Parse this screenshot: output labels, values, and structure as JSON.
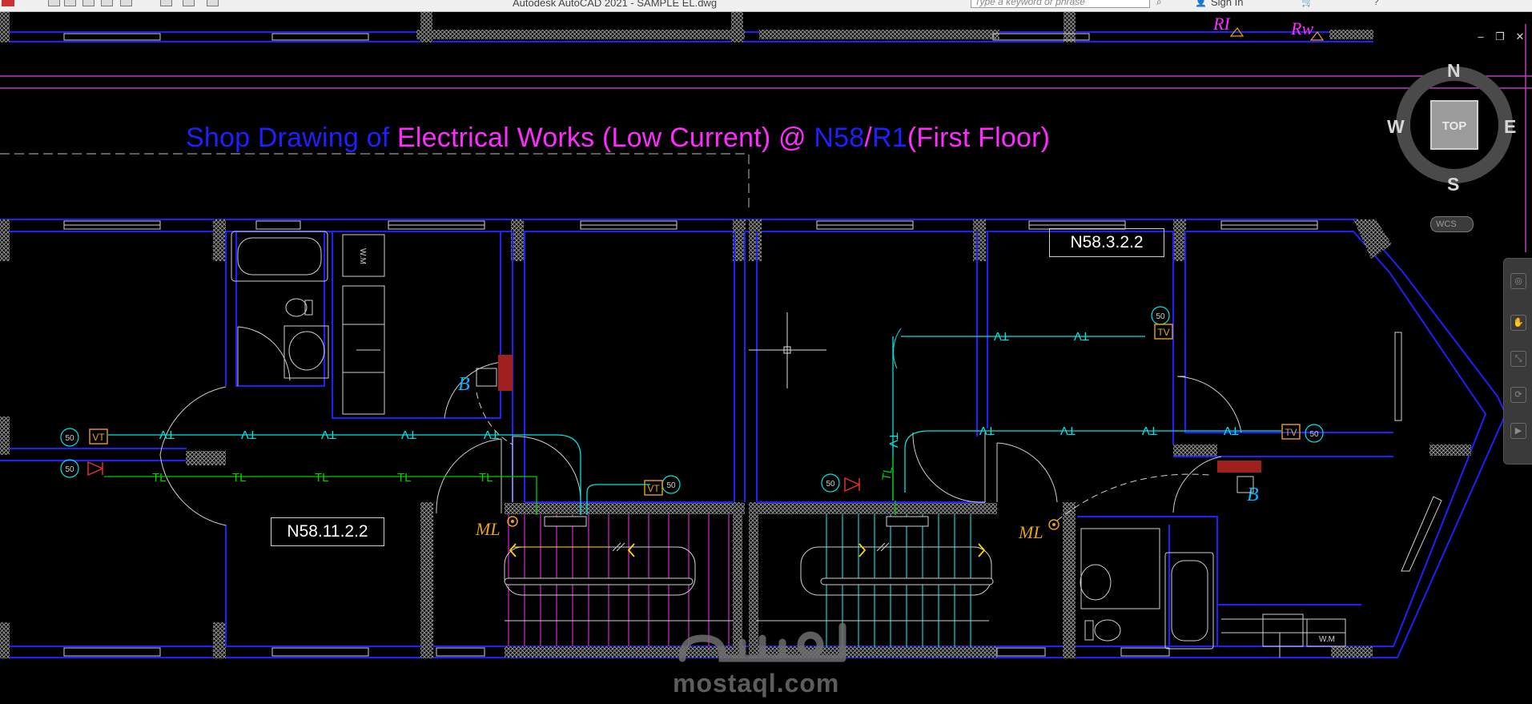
{
  "window": {
    "app_title": "Autodesk AutoCAD 2021 - SAMPLE EL.dwg",
    "search_placeholder": "Type a keyword or phrase",
    "sign_in": "Sign In",
    "controls": {
      "minimize": "–",
      "restore": "❐",
      "close": "✕"
    }
  },
  "drawing": {
    "title_parts": [
      {
        "text": "Shop Drawing of ",
        "color": "#1f1fff"
      },
      {
        "text": "Electrical Works (Low Current) @ ",
        "color": "#ff2bff"
      },
      {
        "text": "N58",
        "color": "#1f1fff"
      },
      {
        "text": "/",
        "color": "#ff2bff"
      },
      {
        "text": "R1",
        "color": "#1f1fff"
      },
      {
        "text": "(First Floor)",
        "color": "#ff2bff"
      }
    ],
    "rooms": {
      "left_unit": "N58.11.2.2",
      "right_unit": "N58.3.2.2"
    },
    "cable_labels": {
      "tv_line": "TV",
      "tel_line": "TL"
    },
    "device_labels": {
      "video_intercom": "VT",
      "tv_outlet": "TV",
      "wash_machine": "W.M",
      "bell": "B",
      "main_light": "ML",
      "socket_rating": "50",
      "header_r": "RI",
      "header_rw": "Rw"
    }
  },
  "viewcube": {
    "face": "TOP",
    "north": "N",
    "south": "S",
    "east": "E",
    "west": "W",
    "ucs": "WCS"
  },
  "colors": {
    "background": "#000000",
    "wall": "#1f1fff",
    "tv_cable": "#00e5e5",
    "tel_cable": "#00d000",
    "magenta": "#ff2bff",
    "device_orange": "#e8a318",
    "fixture": "#cfcfcf"
  },
  "watermark": {
    "site": "mostaql.com",
    "logo_text": "مستقل"
  }
}
